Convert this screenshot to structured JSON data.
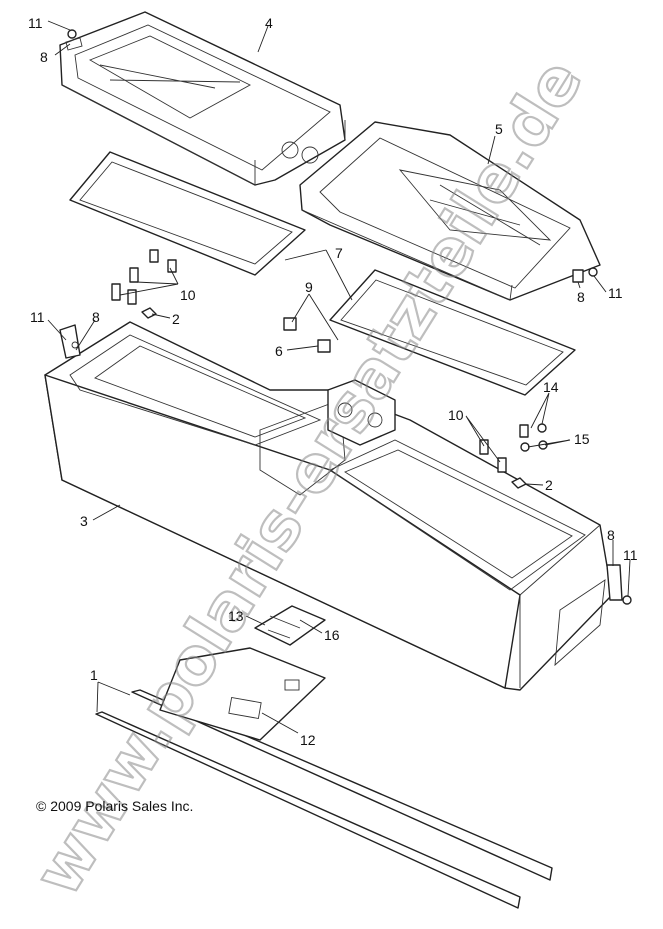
{
  "callouts": [
    {
      "id": "c11a",
      "text": "11"
    },
    {
      "id": "c8a",
      "text": "8"
    },
    {
      "id": "c4",
      "text": "4"
    },
    {
      "id": "c5",
      "text": "5"
    },
    {
      "id": "c7",
      "text": "7"
    },
    {
      "id": "c10a",
      "text": "10"
    },
    {
      "id": "c2a",
      "text": "2"
    },
    {
      "id": "c11b",
      "text": "11"
    },
    {
      "id": "c8b",
      "text": "8"
    },
    {
      "id": "c9",
      "text": "9"
    },
    {
      "id": "c6",
      "text": "6"
    },
    {
      "id": "c8c",
      "text": "8"
    },
    {
      "id": "c11c",
      "text": "11"
    },
    {
      "id": "c14",
      "text": "14"
    },
    {
      "id": "c10b",
      "text": "10"
    },
    {
      "id": "c15",
      "text": "15"
    },
    {
      "id": "c2b",
      "text": "2"
    },
    {
      "id": "c3",
      "text": "3"
    },
    {
      "id": "c8d",
      "text": "8"
    },
    {
      "id": "c11d",
      "text": "11"
    },
    {
      "id": "c13",
      "text": "13"
    },
    {
      "id": "c16",
      "text": "16"
    },
    {
      "id": "c1",
      "text": "1"
    },
    {
      "id": "c12",
      "text": "12"
    }
  ],
  "copyright": "© 2009 Polaris Sales Inc.",
  "watermark": "www.polaris-ersatzteile.de"
}
